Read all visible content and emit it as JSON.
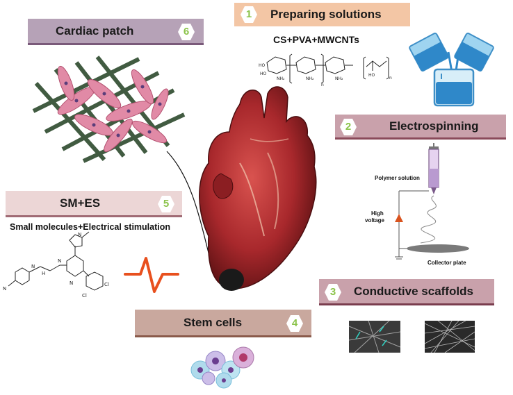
{
  "steps": [
    {
      "num": "1",
      "title": "Preparing solutions"
    },
    {
      "num": "2",
      "title": "Electrospinning"
    },
    {
      "num": "3",
      "title": "Conductive scaffolds"
    },
    {
      "num": "4",
      "title": "Stem cells"
    },
    {
      "num": "5",
      "title": "SM+ES"
    },
    {
      "num": "6",
      "title": "Cardiac patch"
    }
  ],
  "solution_formula": "CS+PVA+MWCNTs",
  "sm_es_subtitle": "Small molecules+Electrical stimulation",
  "electrospinning_labels": {
    "polymer": "Polymer solution",
    "high": "High",
    "voltage": "voltage",
    "collector": "Collector plate"
  },
  "colors": {
    "banner_orange": "#f3c6a5",
    "banner_mauve": "#c9a1ab",
    "banner_purple": "#b6a2b7",
    "banner_border": "#8a4a5a",
    "hex_number": "#8bc34a",
    "heart": "#a8282c",
    "signal": "#e8501e"
  }
}
